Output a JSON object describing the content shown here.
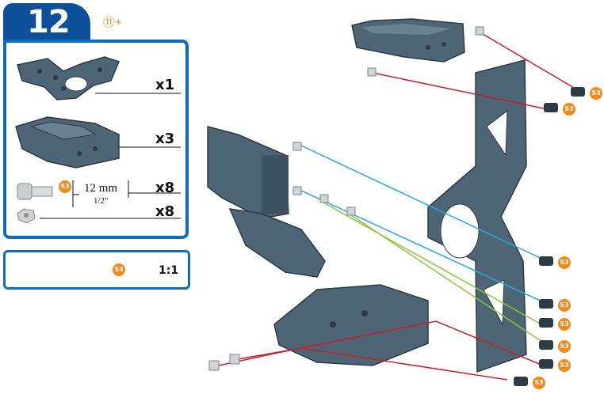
{
  "step": {
    "number": "12",
    "prev_step_ref": "⑪+"
  },
  "parts": [
    {
      "name": "wing-plate",
      "qty": "x1"
    },
    {
      "name": "bracket-part",
      "qty": "x3"
    },
    {
      "name": "screw",
      "qty": "x8",
      "badge": "S3",
      "length_mm": "12 mm",
      "length_in": "1/2\""
    },
    {
      "name": "nut",
      "qty": "x8"
    }
  ],
  "scale": {
    "badge": "S3",
    "ratio": "1:1"
  },
  "screw_badge": "S3",
  "colors": {
    "frame_blue": "#0d6cbd",
    "tab_blue": "#0d4f98",
    "accent_orange": "#f08a1c",
    "part_gray": "#4e6575",
    "line_red": "#c8202a",
    "line_cyan": "#2aa9e0",
    "line_green": "#8cc63f"
  }
}
